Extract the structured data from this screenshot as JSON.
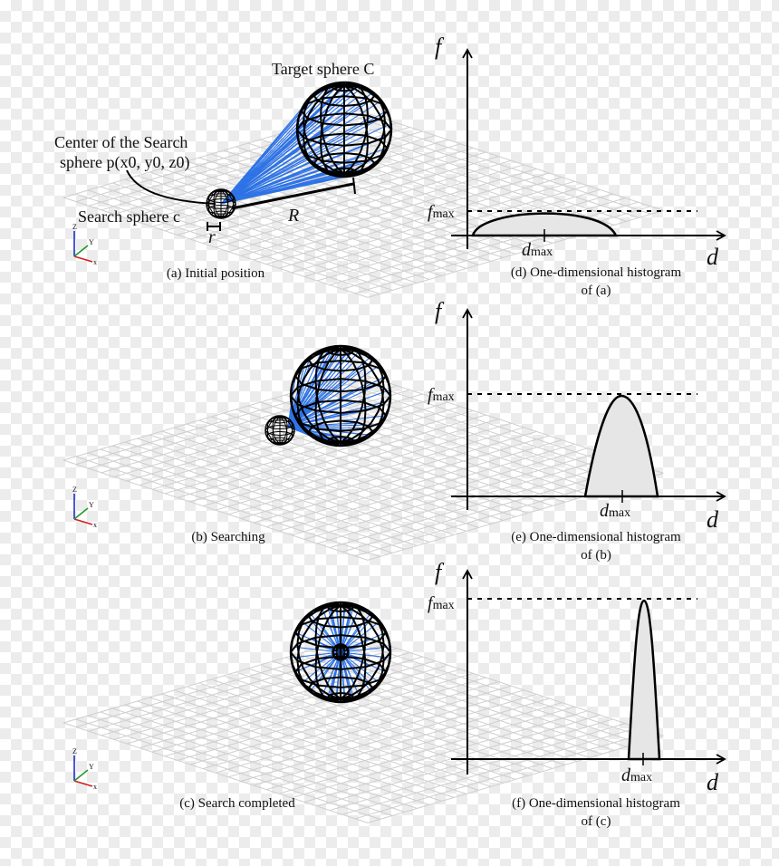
{
  "colors": {
    "wire_black": "#000000",
    "ray_blue": "#1a66e6",
    "grid": "#cfcfcf",
    "fill": "#e6e6e6"
  },
  "panels": {
    "a": {
      "caption": "(a) Initial position"
    },
    "b": {
      "caption": "(b) Searching"
    },
    "c": {
      "caption": "(c) Search completed"
    },
    "d": {
      "caption_line1": "(d) One-dimensional histogram",
      "caption_line2": "of (a)"
    },
    "e": {
      "caption_line1": "(e) One-dimensional histogram",
      "caption_line2": "of (b)"
    },
    "f": {
      "caption_line1": "(f) One-dimensional histogram",
      "caption_line2": "of (c)"
    }
  },
  "annotations": {
    "target_sphere": "Target sphere C",
    "center_line1": "Center of the Search",
    "center_line2": "sphere p(x0, y0, z0)",
    "search_sphere": "Search sphere c",
    "r": "r",
    "R": "R"
  },
  "axes": {
    "f": "f",
    "d": "d",
    "f_main": "f",
    "f_sub": "max",
    "d_main": "d",
    "d_sub": "max",
    "x_axis_label": "x",
    "y_axis_label": "Y",
    "z_axis_label": "Z"
  }
}
